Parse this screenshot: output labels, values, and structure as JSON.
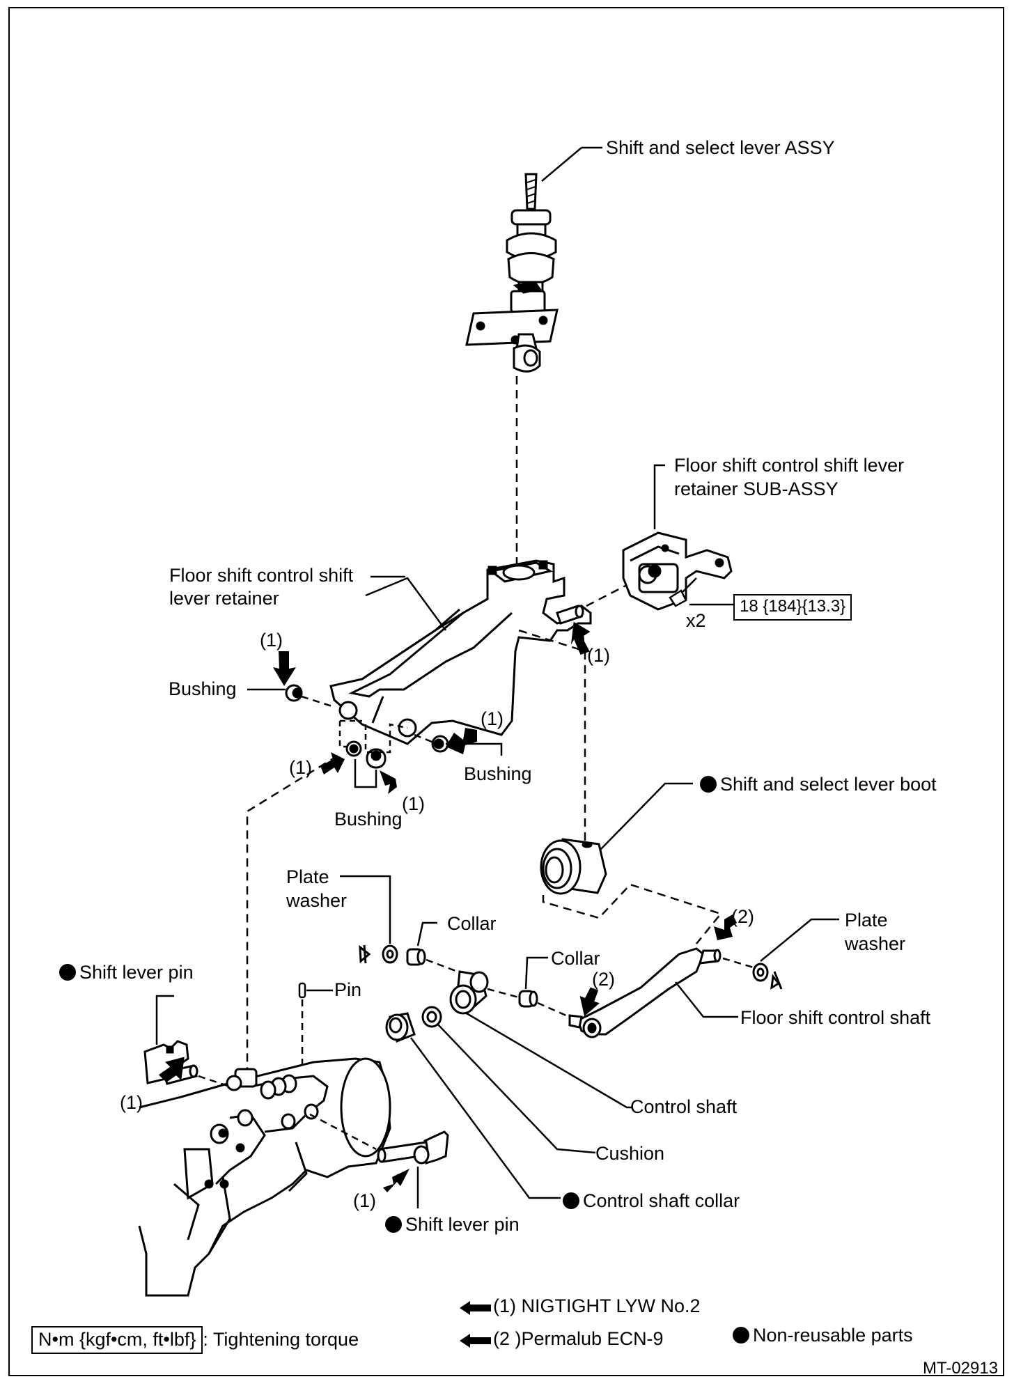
{
  "labels": {
    "shift_select_lever_assy": "Shift and select lever ASSY",
    "retainer_sub_assy_line1": "Floor shift control shift lever",
    "retainer_sub_assy_line2": "retainer SUB-ASSY",
    "retainer_line1": "Floor shift control shift",
    "retainer_line2": "lever retainer",
    "bushing": "Bushing",
    "x2": "x2",
    "torque_value": "18 {184}{13.3}",
    "lever_boot": "Shift and select lever boot",
    "plate_washer_line1": "Plate",
    "plate_washer_line2": "washer",
    "collar": "Collar",
    "shift_lever_pin": "Shift lever pin",
    "pin": "Pin",
    "floor_shift_control_shaft": "Floor shift control shaft",
    "control_shaft": "Control shaft",
    "cushion": "Cushion",
    "control_shaft_collar": "Control shaft collar",
    "mark_1": "(1)",
    "mark_2": "(2)"
  },
  "legend": {
    "nigtight": "(1) NIGTIGHT LYW No.2",
    "permalub": "(2 )Permalub ECN-9",
    "non_reusable": "Non-reusable parts",
    "torque_unit": "N•m {kgf•cm, ft•lbf}",
    "torque_desc": ": Tightening torque"
  },
  "figure_id": "MT-02913"
}
